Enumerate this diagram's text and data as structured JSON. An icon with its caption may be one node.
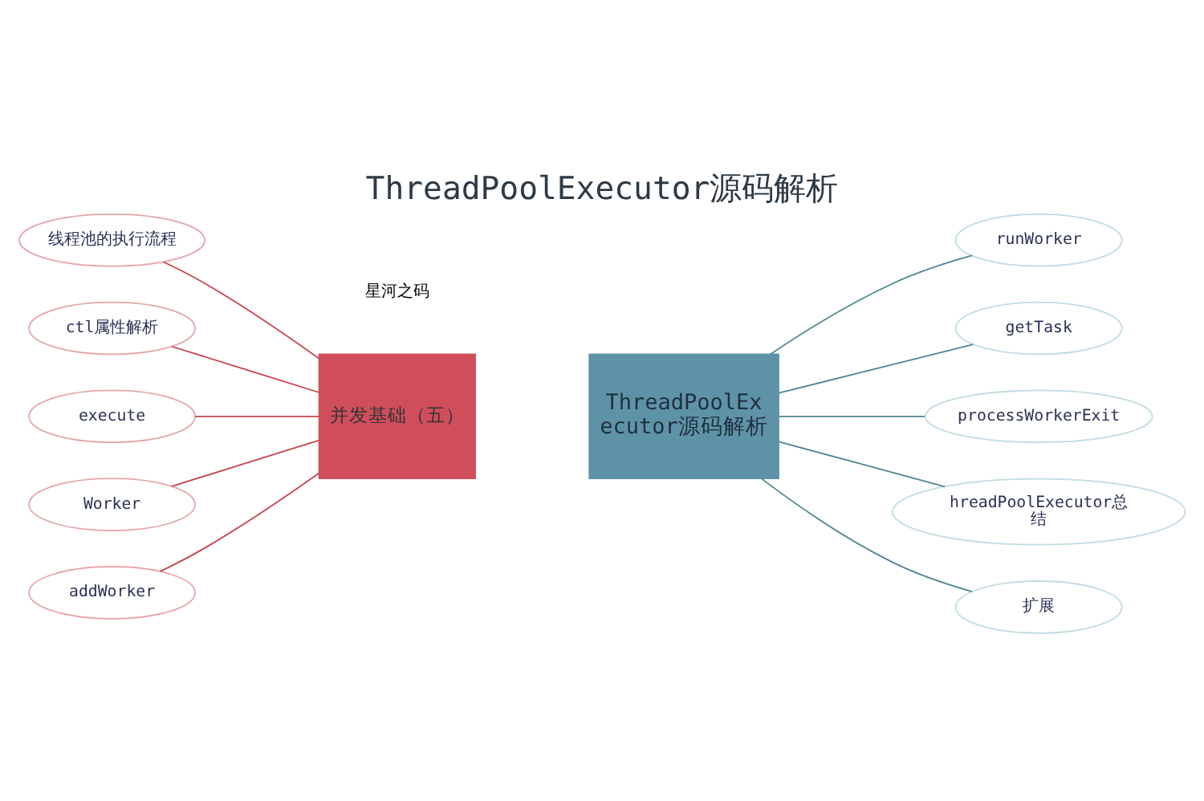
{
  "diagram": {
    "title": "ThreadPoolExecutor源码解析",
    "nodes": [
      {
        "text": [
          "线程池的执行流程"
        ]
      },
      {
        "text": [
          "ctl属性解析"
        ]
      },
      {
        "text": [
          "execute"
        ]
      },
      {
        "text": [
          "Worker"
        ]
      },
      {
        "text": [
          "addWorker"
        ]
      },
      {
        "text": [
          "并发基础（五）"
        ]
      },
      {
        "text": [
          "ThreadPoolExecutor源码解析"
        ]
      },
      {
        "text": [
          "runWorker"
        ]
      },
      {
        "text": [
          "getTask"
        ]
      },
      {
        "text": [
          "processWorkerExit"
        ]
      },
      {
        "text": [
          "hreadPoolExecutor总结"
        ]
      },
      {
        "text": [
          "扩展"
        ]
      }
    ],
    "edges": [
      {
        "from": 0,
        "to": 5,
        "arrow": "none",
        "color": "#c9424f"
      },
      {
        "from": 1,
        "to": 5,
        "arrow": "none",
        "color": "#c9424f"
      },
      {
        "from": 2,
        "to": 5,
        "arrow": "none",
        "color": "#c9424f"
      },
      {
        "from": 3,
        "to": 5,
        "arrow": "none",
        "color": "#c9424f"
      },
      {
        "from": 4,
        "to": 5,
        "arrow": "none",
        "color": "#c9424f"
      },
      {
        "from": 6,
        "to": 7,
        "arrow": "none",
        "color": "#4f8692"
      },
      {
        "from": 6,
        "to": 8,
        "arrow": "none",
        "color": "#4f8692"
      },
      {
        "from": 6,
        "to": 9,
        "arrow": "none",
        "color": "#4f8692"
      },
      {
        "from": 6,
        "to": 10,
        "arrow": "none",
        "color": "#4f8692"
      },
      {
        "from": 6,
        "to": 11,
        "arrow": "none",
        "color": "#4f8692"
      }
    ],
    "labels": [
      "星河之码"
    ]
  }
}
